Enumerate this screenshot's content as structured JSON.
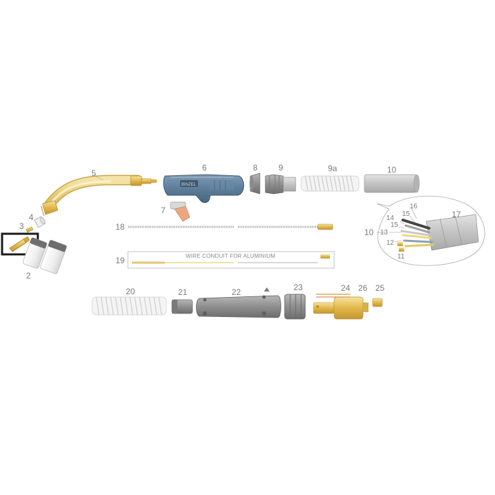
{
  "labels": {
    "p2": "2",
    "p3": "3",
    "p4": "4",
    "p5": "5",
    "p6": "6",
    "p7": "7",
    "p8": "8",
    "p9": "9",
    "p9a": "9a",
    "p10": "10",
    "p10b": "10",
    "p11": "11",
    "p12": "12",
    "p13": "13",
    "p14": "14",
    "p15": "15",
    "p15b": "15",
    "p16": "16",
    "p17": "17",
    "p18": "18",
    "p19": "19",
    "p20": "20",
    "p21": "21",
    "p22": "22",
    "p23": "23",
    "p24": "24",
    "p25": "25",
    "p26": "26"
  },
  "conduit_caption": "WIRE CONDUIT FOR ALUMINIUM",
  "handle_brand": "BINZEL",
  "highlight_color": "#1a1a1a",
  "colors": {
    "brass": "#e0b84a",
    "brass_light": "#f0dc9a",
    "handle": "#5c7c98",
    "grey": "#c9c9c9",
    "orange": "#e8a882"
  }
}
